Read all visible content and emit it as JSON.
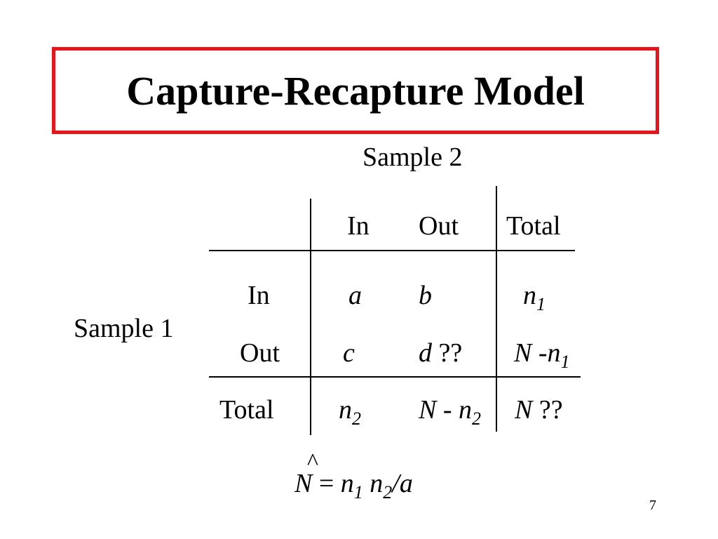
{
  "slide": {
    "title": "Capture-Recapture Model",
    "page_number": "7",
    "border_color": "#e8141b"
  },
  "table": {
    "sample2_label": "Sample 2",
    "sample1_label": "Sample 1",
    "col_headers": {
      "in": "In",
      "out": "Out",
      "total": "Total"
    },
    "row_headers": {
      "in": "In",
      "out": "Out",
      "total": "Total"
    },
    "cells": {
      "in_in": "a",
      "in_out": "b",
      "in_total_main": "n",
      "in_total_sub": "1",
      "out_in": "c",
      "out_out_main": "d",
      "out_out_suffix": " ??",
      "out_total_main": "N -n",
      "out_total_sub": "1",
      "total_in_main": "n",
      "total_in_sub": "2",
      "total_out_main": "N - n",
      "total_out_sub": "2",
      "total_total_main": "N",
      "total_total_suffix": " ??"
    }
  },
  "formula": {
    "hat": "^",
    "lhs": "N",
    "equals": " = ",
    "n1_main": "n",
    "n1_sub": "1",
    "n2_main": " n",
    "n2_sub": "2",
    "tail": "/a"
  }
}
